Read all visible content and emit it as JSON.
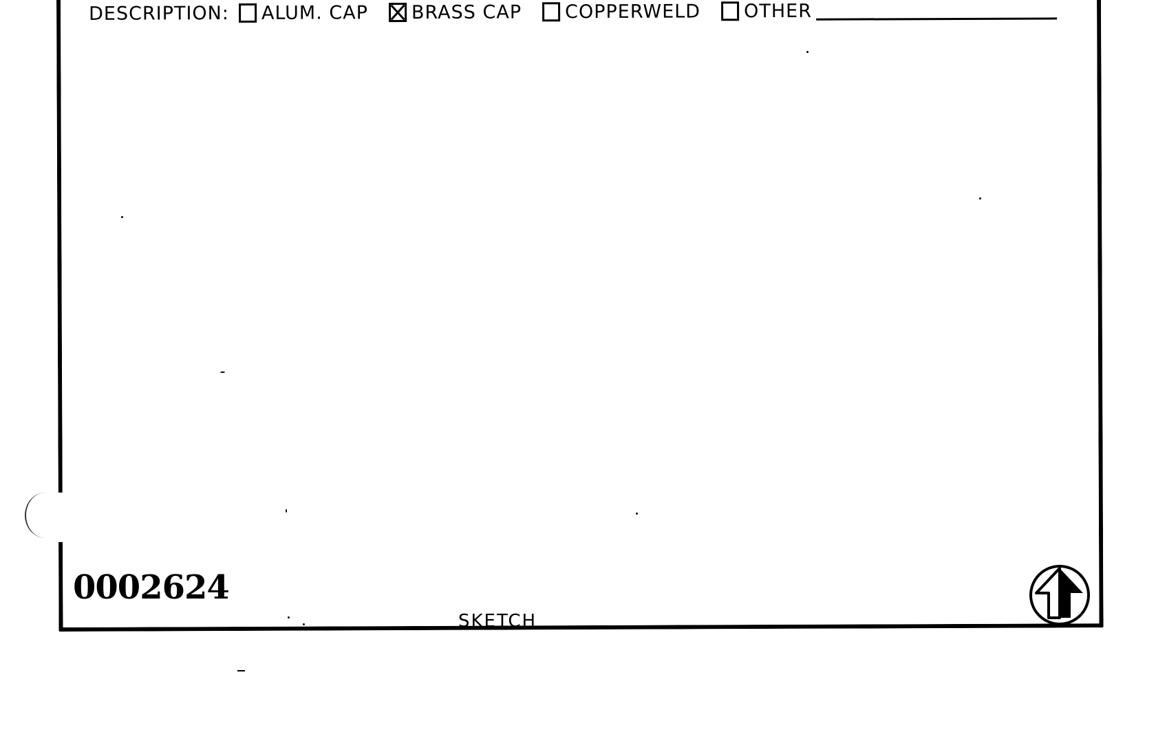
{
  "form": {
    "description_label": "DESCRIPTION:",
    "options": [
      {
        "label": "ALUM. CAP",
        "checked": false
      },
      {
        "label": "BRASS CAP",
        "checked": true
      },
      {
        "label": "COPPERWELD",
        "checked": false
      },
      {
        "label": "OTHER",
        "checked": false
      }
    ],
    "stamp_number": "0002624",
    "sketch_label": "SKETCH",
    "north_arrow_icon": "north-arrow-icon"
  }
}
